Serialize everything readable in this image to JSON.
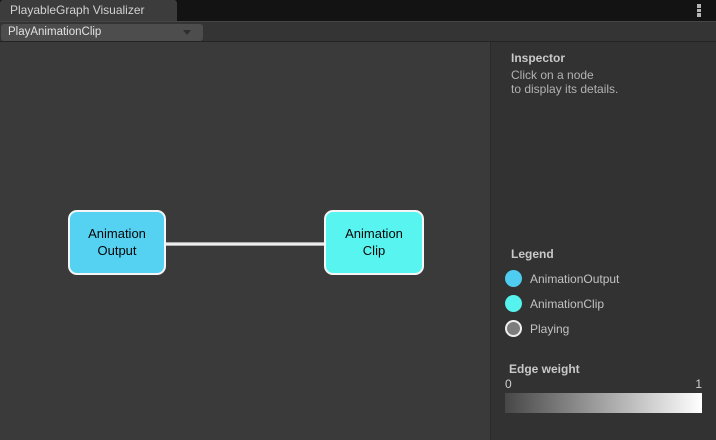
{
  "window": {
    "tab_title": "PlayableGraph Visualizer",
    "menu_icon": "kebab-menu-icon"
  },
  "toolbar": {
    "graph_dropdown": {
      "value": "PlayAnimationClip"
    }
  },
  "graph": {
    "nodes": [
      {
        "id": "animation-output",
        "lines": [
          "Animation",
          "Output"
        ],
        "color": "#55d2f2"
      },
      {
        "id": "animation-clip",
        "lines": [
          "Animation",
          "Clip"
        ],
        "color": "#58f5f0"
      }
    ],
    "edge": {
      "from": "animation-output",
      "to": "animation-clip",
      "color": "#e9e9e9"
    }
  },
  "inspector": {
    "title": "Inspector",
    "hint_line1": "Click on a node",
    "hint_line2": "to display its details."
  },
  "legend": {
    "title": "Legend",
    "items": [
      {
        "label": "AnimationOutput",
        "color": "#4fcdf0",
        "ring": false
      },
      {
        "label": "AnimationClip",
        "color": "#55f2ee",
        "ring": false
      },
      {
        "label": "Playing",
        "color": "#7d7d7d",
        "ring": true
      }
    ]
  },
  "edge_weight": {
    "title": "Edge weight",
    "min_label": "0",
    "max_label": "1",
    "gradient_start": "#474747",
    "gradient_end": "#ffffff"
  }
}
